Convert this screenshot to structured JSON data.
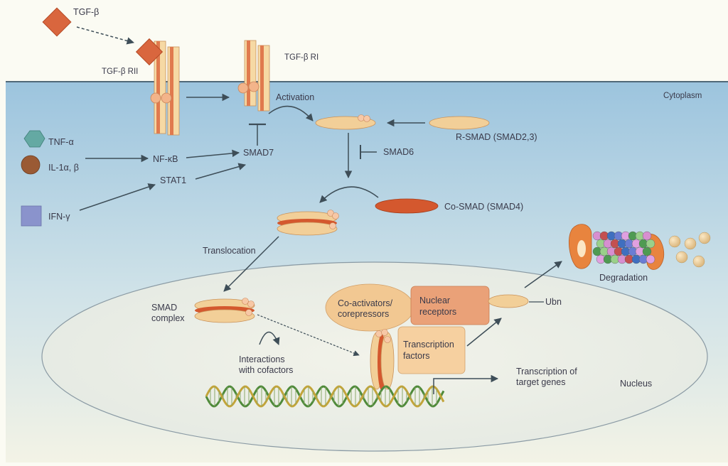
{
  "labels": {
    "tgfb": "TGF-β",
    "tgfb_rii": "TGF-β RII",
    "tgfb_ri": "TGF-β RI",
    "cytoplasm": "Cytoplasm",
    "activation": "Activation",
    "rsmad": "R-SMAD (SMAD2,3)",
    "smad6": "SMAD6",
    "smad7": "SMAD7",
    "tnfa": "TNF-α",
    "il1": "IL-1α, β",
    "ifng": "IFN-γ",
    "nfkb": "NF-κB",
    "stat1": "STAT1",
    "cosmad": "Co-SMAD (SMAD4)",
    "translocation": "Translocation",
    "smad_complex_line1": "SMAD",
    "smad_complex_line2": "complex",
    "interactions_line1": "Interactions",
    "interactions_line2": "with cofactors",
    "coact_line1": "Co-activators/",
    "coact_line2": "corepressors",
    "nuclear_line1": "Nuclear",
    "nuclear_line2": "receptors",
    "tf_line1": "Transcription",
    "tf_line2": "factors",
    "ubn": "Ubn",
    "degradation": "Degradation",
    "transcription_line1": "Transcription of",
    "transcription_line2": "target genes",
    "nucleus": "Nucleus"
  },
  "colors": {
    "membrane_line": "#506878",
    "cytoplasm_top": "#9cc4de",
    "cytoplasm_bottom": "#f3f3e6",
    "nucleus_fill": "#eef0e6",
    "arrow": "#3e4e58",
    "receptor_body": "#f6d9a4",
    "receptor_stripe": "#e07a4e",
    "tgfb_ligand": "#d9663e",
    "rsmad": "#f2cf98",
    "cosmad": "#d4582e",
    "ligand_tnf": "#64a9a3",
    "ligand_il1": "#9a5a34",
    "ligand_ifn": "#8a93cc",
    "cofactor_box": "#f2c892",
    "nuclear_box": "#eaa178",
    "dna_strand_a": "#4f8a3a",
    "dna_strand_b": "#c2a43a"
  }
}
